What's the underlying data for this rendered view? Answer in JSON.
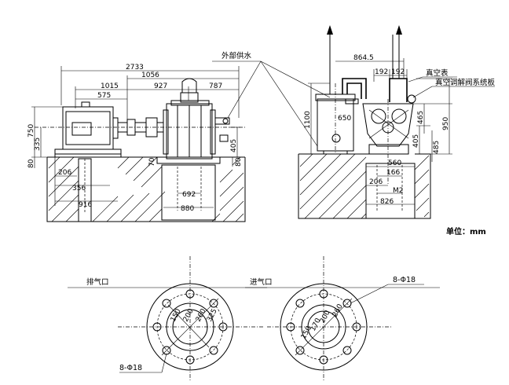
{
  "labels": {
    "external_water": "外部供水",
    "vacuum_gauge": "真空表",
    "vacuum_valve_panel": "真空调解阀系统板",
    "unit": "单位：mm",
    "exhaust_port": "排气口",
    "intake_port": "进气口",
    "bolt_holes_left": "8-Φ18",
    "bolt_holes_right": "8-Φ18"
  },
  "front_view_dims": {
    "d2733": "2733",
    "d1056": "1056",
    "d1015": "1015",
    "d927": "927",
    "d787": "787",
    "d575": "575",
    "d750": "750",
    "d335": "335",
    "d80a": "80",
    "d80b": "80",
    "d70": "70",
    "d405": "405",
    "d206": "206",
    "d356": "356",
    "d916": "916",
    "d692": "692",
    "d880": "880"
  },
  "side_view_dims": {
    "d864": "864.5",
    "d192a": "192",
    "d192b": "192",
    "d1100": "1100",
    "d650": "650",
    "d465": "465",
    "d950": "950",
    "d405": "405",
    "d485": "485",
    "d560": "560",
    "d166": "166",
    "d206": "206",
    "dm2": "M2",
    "d826": "826"
  },
  "flange_dims": {
    "left_d150": "150",
    "left_d200": "200",
    "left_d260": "260",
    "left_d325": "325",
    "right_d150": "150",
    "right_d170": "170",
    "right_d200": "200",
    "right_d260": "260"
  }
}
